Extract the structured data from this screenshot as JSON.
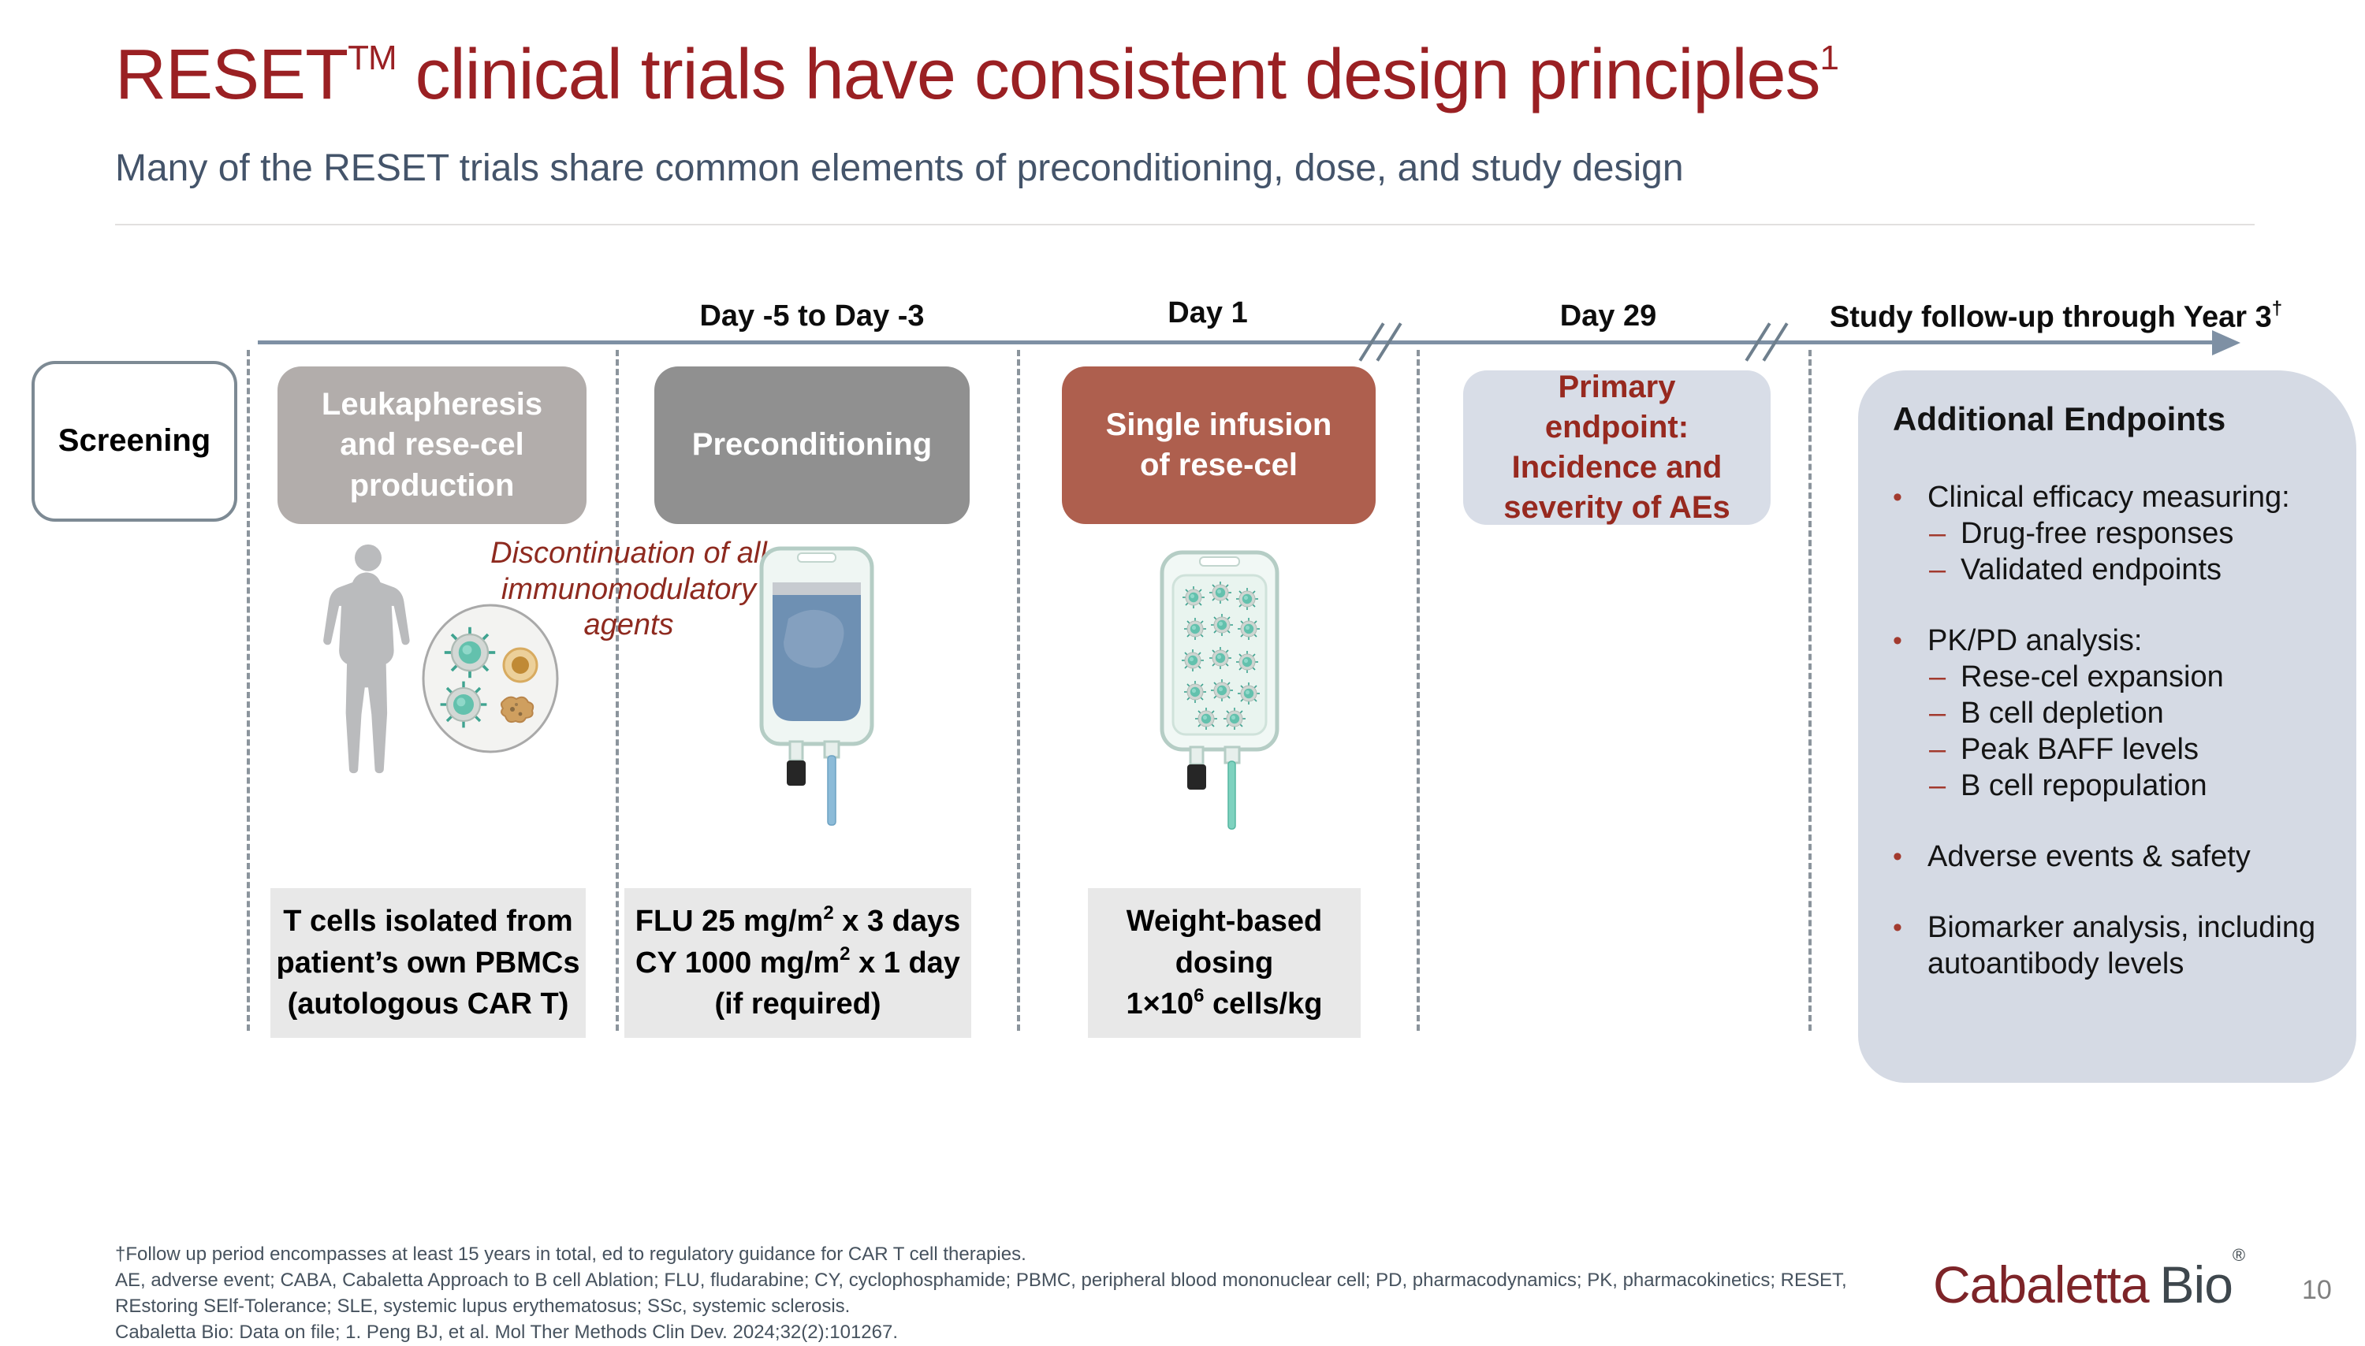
{
  "slide": {
    "title": {
      "main": "RESET",
      "tm": "TM",
      "rest": " clinical trials have consistent design principles",
      "ref": "1"
    },
    "subtitle": "Many of the RESET trials share common elements of preconditioning, dose, and study design",
    "page_number": "10"
  },
  "timeline": {
    "labels": [
      {
        "text": "Day -5 to Day -3",
        "sup": ""
      },
      {
        "text": "Day 1",
        "sup": ""
      },
      {
        "text": "Day 29",
        "sup": ""
      },
      {
        "text": "Study follow-up through Year 3",
        "sup": "†"
      }
    ]
  },
  "stages": {
    "screening": "Screening",
    "leukapheresis": "Leukapheresis and rese-cel production",
    "preconditioning": "Preconditioning",
    "infusion": "Single infusion of rese-cel",
    "primary_endpoint": "Primary endpoint: Incidence and severity of AEs"
  },
  "note": {
    "line1": "Discontinuation of all",
    "line2": "immunomodulatory",
    "line3": "agents"
  },
  "details": {
    "tcells": {
      "l1": "T cells isolated from",
      "l2": "patient’s own PBMCs",
      "l3": "(autologous CAR T)"
    },
    "dosing": {
      "flu_pre": "FLU 25 mg/m",
      "flu_sup": "2",
      "flu_post": " x 3 days",
      "cy_pre": "CY 1000 mg/m",
      "cy_sup": "2",
      "cy_post": " x 1 day",
      "cond": "(if required)"
    },
    "weight": {
      "l1": "Weight-based",
      "l2": "dosing",
      "l3_pre": "1×10",
      "l3_sup": "6",
      "l3_post": " cells/kg"
    }
  },
  "additional_endpoints": {
    "title": "Additional Endpoints",
    "bullet_char": "•",
    "dash_char": "–",
    "groups": [
      {
        "label": "Clinical efficacy measuring:",
        "subs": [
          "Drug-free responses",
          "Validated endpoints"
        ]
      },
      {
        "label": "PK/PD analysis:",
        "subs": [
          "Rese-cel expansion",
          "B cell depletion",
          "Peak BAFF levels",
          "B cell repopulation"
        ]
      },
      {
        "label": "Adverse events & safety",
        "subs": []
      },
      {
        "label": "Biomarker analysis, including autoantibody levels",
        "subs": []
      }
    ]
  },
  "footnotes": {
    "line1": "†Follow up period encompasses at least 15 years in total, ed to regulatory guidance for CAR T cell therapies.",
    "line2": "AE, adverse event; CABA, Cabaletta Approach to B cell Ablation; FLU, fludarabine; CY, cyclophosphamide; PBMC, peripheral blood mononuclear cell; PD, pharmacodynamics; PK, pharmacokinetics; RESET,",
    "line3": "REstoring SElf-Tolerance; SLE, systemic lupus erythematosus; SSc, systemic sclerosis.",
    "line4": "Cabaletta Bio: Data on file; 1. Peng BJ, et al. Mol Ther Methods Clin Dev. 2024;32(2):101267."
  },
  "logo": {
    "brand": "Cabaletta",
    "bio": "Bio",
    "reg": "®"
  },
  "colors": {
    "title_maroon": "#9A2023",
    "subtitle_slate": "#44546A",
    "timeline_arrow": "#7E90A4",
    "box_leukapheresis": "#B2ADAB",
    "box_preconditioning": "#909090",
    "box_infusion": "#AE5F4E",
    "endpoint_box_bg": "#D8DDE7",
    "endpoint_text": "#97291F",
    "panel_bg": "#D5DAE4",
    "detail_box_bg": "#E8E8E8",
    "footnote_gray": "#46525E",
    "logo_maroon": "#7D2428",
    "logo_gray": "#3E474D"
  }
}
